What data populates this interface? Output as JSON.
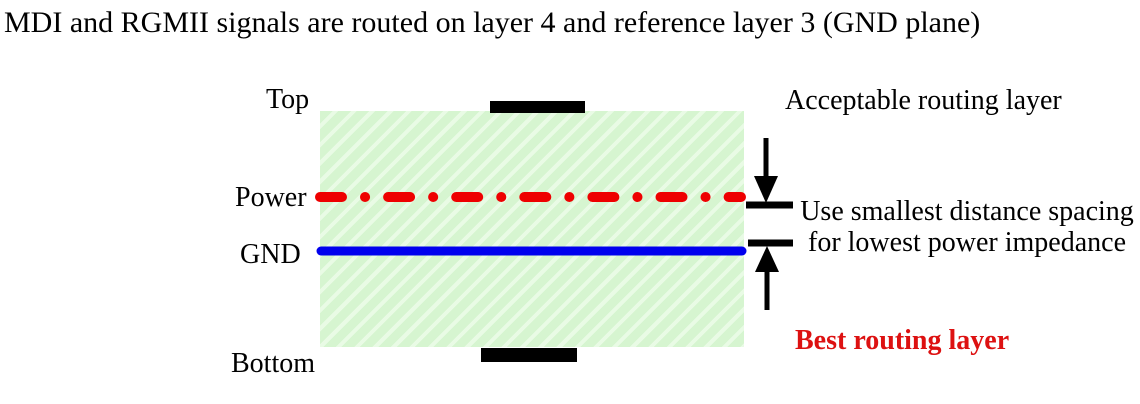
{
  "title": "MDI and RGMII signals are routed on layer 4 and reference layer 3 (GND plane)",
  "diagram": {
    "layer_labels": {
      "top": "Top",
      "power": "Power",
      "gnd": "GND",
      "bottom": "Bottom"
    },
    "annotations": {
      "acceptable": "Acceptable routing layer",
      "spacing_line1": "Use smallest distance spacing",
      "spacing_line2": "for lowest power impedance",
      "best": "Best routing layer"
    },
    "colors": {
      "power_plane_line": "#ee0000",
      "gnd_plane_line": "#0000ee",
      "substrate_fill": "#d6f5d0",
      "substrate_stripe": "#e9fbe5",
      "copper_trace": "#000000",
      "best_label_text": "#dd1111"
    }
  }
}
